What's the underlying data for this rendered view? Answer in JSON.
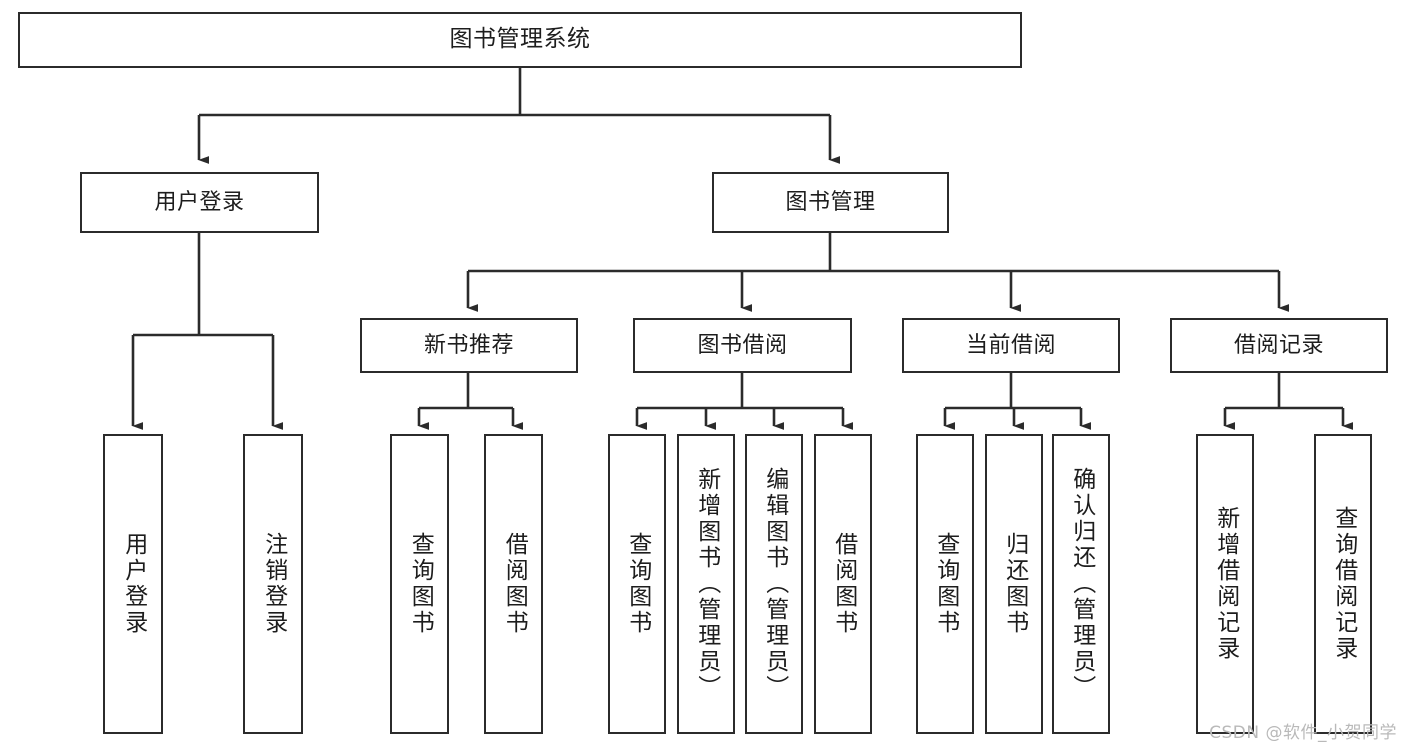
{
  "diagram": {
    "type": "tree-hierarchy-chart",
    "title": "图书管理系统",
    "root": {
      "label": "图书管理系统"
    },
    "level2": [
      {
        "id": "user-login",
        "label": "用户登录"
      },
      {
        "id": "book-management",
        "label": "图书管理"
      }
    ],
    "level3": [
      {
        "id": "new-book-recommend",
        "label": "新书推荐",
        "parent": "book-management"
      },
      {
        "id": "book-borrow",
        "label": "图书借阅",
        "parent": "book-management"
      },
      {
        "id": "current-borrow",
        "label": "当前借阅",
        "parent": "book-management"
      },
      {
        "id": "borrow-record",
        "label": "借阅记录",
        "parent": "book-management"
      }
    ],
    "leaves": [
      {
        "id": "leaf-user-login",
        "label": "用户登录",
        "parent": "user-login"
      },
      {
        "id": "leaf-logout-login",
        "label": "注销登录",
        "parent": "user-login"
      },
      {
        "id": "leaf-query-book-1",
        "label": "查询图书",
        "parent": "new-book-recommend"
      },
      {
        "id": "leaf-borrow-book-1",
        "label": "借阅图书",
        "parent": "new-book-recommend"
      },
      {
        "id": "leaf-query-book-2",
        "label": "查询图书",
        "parent": "book-borrow"
      },
      {
        "id": "leaf-add-book",
        "label": "新增图书（管理员）",
        "parent": "book-borrow"
      },
      {
        "id": "leaf-edit-book",
        "label": "编辑图书（管理员）",
        "parent": "book-borrow"
      },
      {
        "id": "leaf-borrow-book-2",
        "label": "借阅图书",
        "parent": "book-borrow"
      },
      {
        "id": "leaf-query-book-3",
        "label": "查询图书",
        "parent": "current-borrow"
      },
      {
        "id": "leaf-return-book",
        "label": "归还图书",
        "parent": "current-borrow"
      },
      {
        "id": "leaf-confirm-return",
        "label": "确认归还（管理员）",
        "parent": "current-borrow"
      },
      {
        "id": "leaf-add-record",
        "label": "新增借阅记录",
        "parent": "borrow-record"
      },
      {
        "id": "leaf-query-record",
        "label": "查询借阅记录",
        "parent": "borrow-record"
      }
    ],
    "colors": {
      "stroke": "#2b2b2b",
      "fill": "#ffffff",
      "text": "#1d1d1d",
      "watermark": "#b9b9b9"
    }
  },
  "watermark": {
    "text": "CSDN @软件_小贺同学"
  }
}
